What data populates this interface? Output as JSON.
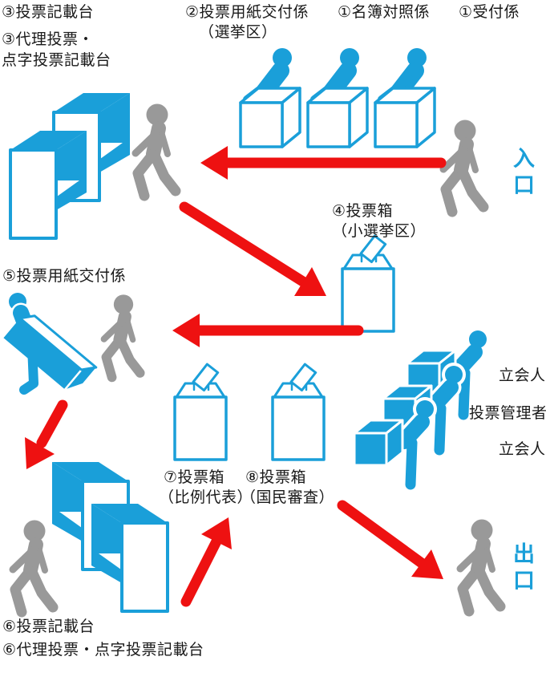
{
  "diagram": {
    "name": "polling-station-flow-diagram",
    "colors": {
      "blue": "#1a9fd9",
      "red": "#ee1111",
      "gray": "#999999",
      "text": "#1a1a1a"
    },
    "icons": {
      "walking_person": "walking-person-pictogram",
      "seated_staff_desk": "seated-staff-at-desk-pictogram",
      "voting_booth": "voting-booth-pictogram",
      "ballot_box": "ballot-box-with-ballot-pictogram",
      "flow_arrow": "red-flow-arrow"
    },
    "labels": {
      "booth3": "③投票記載台",
      "booth3_proxy_l1": "③代理投票・",
      "booth3_proxy_l2": "点字投票記載台",
      "staff2_l1": "②投票用紙交付係",
      "staff2_l2": "（選挙区）",
      "staff1_register": "①名簿対照係",
      "staff1_reception": "①受付係",
      "entrance": "入口",
      "box4_l1": "④投票箱",
      "box4_l2": "（小選挙区）",
      "staff5": "⑤投票用紙交付係",
      "observer_top": "立会人",
      "manager": "投票管理者",
      "observer_bottom": "立会人",
      "box7_l1": "⑦投票箱",
      "box7_l2": "（比例代表）",
      "box8_l1": "⑧投票箱",
      "box8_l2": "（国民審査）",
      "booth6": "⑥投票記載台",
      "booth6_proxy": "⑥代理投票・点字投票記載台",
      "exit": "出口"
    }
  }
}
